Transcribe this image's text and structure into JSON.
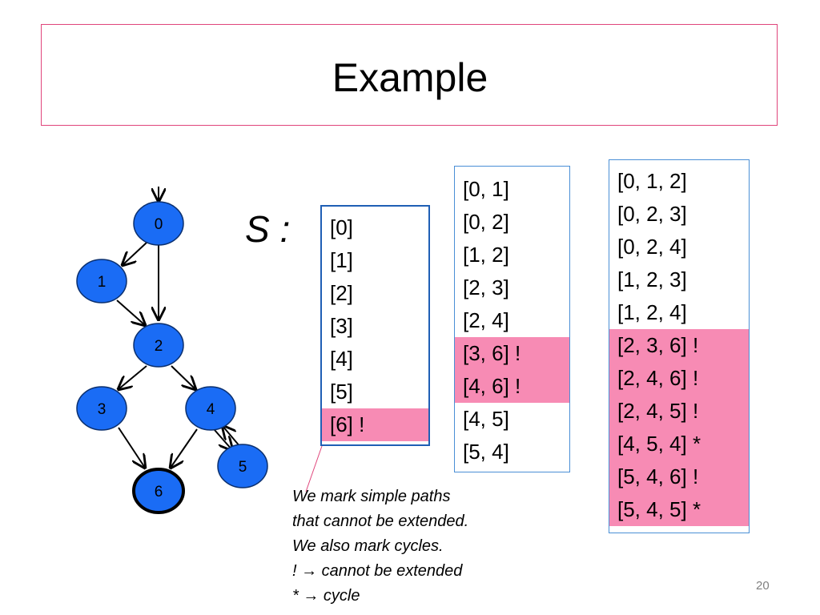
{
  "title": "Example",
  "s_label": "S :",
  "graph": {
    "nodes": [
      "0",
      "1",
      "2",
      "3",
      "4",
      "5",
      "6"
    ],
    "colors": {
      "node_fill": "#1a6cf5",
      "node_stroke": "#0a2f6e",
      "edge": "#000000"
    }
  },
  "lists": [
    {
      "items": [
        {
          "text": "[0]",
          "marked": false
        },
        {
          "text": "[1]",
          "marked": false
        },
        {
          "text": "[2]",
          "marked": false
        },
        {
          "text": "[3]",
          "marked": false
        },
        {
          "text": "[4]",
          "marked": false
        },
        {
          "text": "[5]",
          "marked": false
        },
        {
          "text": "[6] !",
          "marked": true
        }
      ]
    },
    {
      "items": [
        {
          "text": "[0, 1]",
          "marked": false
        },
        {
          "text": "[0, 2]",
          "marked": false
        },
        {
          "text": "[1, 2]",
          "marked": false
        },
        {
          "text": "[2, 3]",
          "marked": false
        },
        {
          "text": "[2, 4]",
          "marked": false
        },
        {
          "text": "[3, 6] !",
          "marked": true
        },
        {
          "text": "[4, 6] !",
          "marked": true
        },
        {
          "text": "[4, 5]",
          "marked": false
        },
        {
          "text": "[5, 4]",
          "marked": false
        }
      ]
    },
    {
      "items": [
        {
          "text": "[0, 1, 2]",
          "marked": false
        },
        {
          "text": "[0, 2, 3]",
          "marked": false
        },
        {
          "text": "[0, 2, 4]",
          "marked": false
        },
        {
          "text": "[1, 2, 3]",
          "marked": false
        },
        {
          "text": "[1, 2, 4]",
          "marked": false
        },
        {
          "text": "[2, 3, 6] !",
          "marked": true
        },
        {
          "text": "[2, 4, 6] !",
          "marked": true
        },
        {
          "text": "[2, 4, 5] !",
          "marked": true
        },
        {
          "text": "[4, 5, 4] *",
          "marked": true
        },
        {
          "text": "[5, 4, 6] !",
          "marked": true
        },
        {
          "text": "[5, 4, 5] *",
          "marked": true
        }
      ]
    }
  ],
  "note": {
    "line1": "We mark  simple paths",
    "line2": "that cannot be extended.",
    "line3": "We also mark cycles.",
    "line4": "!  → cannot be extended",
    "line5": "*  → cycle"
  },
  "colors": {
    "title_border": "#e0457b",
    "highlight": "#f78bb4",
    "list_border": "#4a8fd6"
  },
  "page_number": "20"
}
